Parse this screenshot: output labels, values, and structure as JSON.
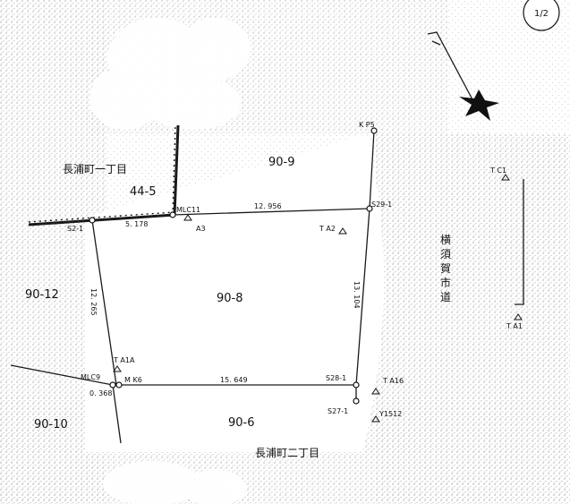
{
  "sheet": {
    "page_indicator": "1/2"
  },
  "parcels": [
    {
      "id": "p44-5",
      "label": "44-5"
    },
    {
      "id": "p90-9",
      "label": "90-9"
    },
    {
      "id": "p90-8",
      "label": "90-8"
    },
    {
      "id": "p90-12",
      "label": "90-12"
    },
    {
      "id": "p90-10",
      "label": "90-10"
    },
    {
      "id": "p90-6",
      "label": "90-6"
    }
  ],
  "areas": {
    "town_1": "長浦町一丁目",
    "town_2": "長浦町二丁目",
    "road": [
      "横",
      "須",
      "賀",
      "市",
      "道"
    ]
  },
  "points": {
    "mlc11": "MLC11",
    "s2_1": "S2-1",
    "s29_1": "S29-1",
    "kp5": "K P5",
    "mlc9": "MLC9",
    "mk6": "M K6",
    "s28_1": "S28-1",
    "s27_1": "S27-1"
  },
  "control_points": {
    "a3": "A3",
    "ta2": "T A2",
    "tc1": "T C1",
    "ta1": "T A1",
    "ta1a": "T A1A",
    "ta16": "T A16",
    "y1512": "Y1512"
  },
  "distances": {
    "d5178": "5. 178",
    "d12956": "12. 956",
    "d12265": "12. 265",
    "d13104": "13. 104",
    "d15649": "15. 649",
    "d0368": "0. 368"
  }
}
